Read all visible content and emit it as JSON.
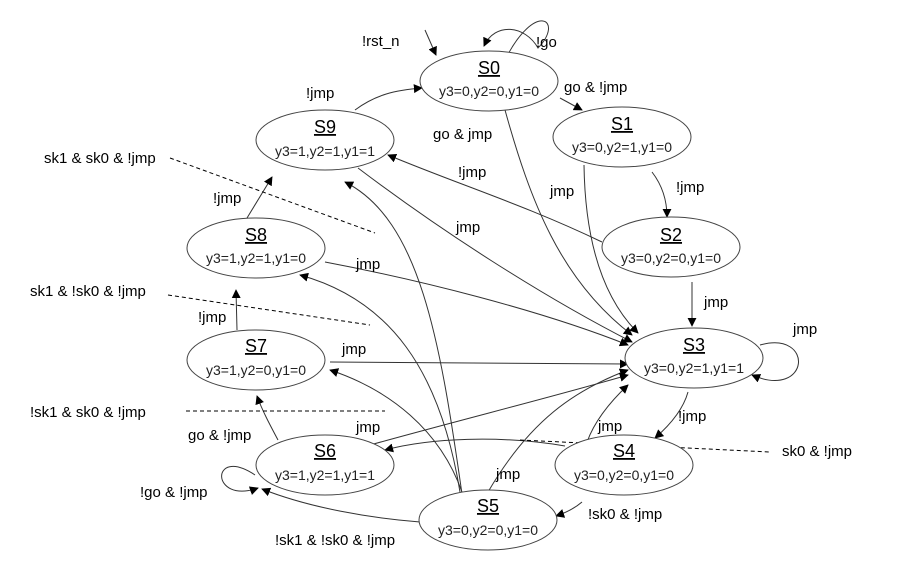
{
  "states": [
    {
      "id": "S0",
      "name": "S0",
      "output": "y3=0,y2=0,y1=0"
    },
    {
      "id": "S1",
      "name": "S1",
      "output": "y3=0,y2=1,y1=0"
    },
    {
      "id": "S2",
      "name": "S2",
      "output": "y3=0,y2=0,y1=0"
    },
    {
      "id": "S3",
      "name": "S3",
      "output": "y3=0,y2=1,y1=1"
    },
    {
      "id": "S4",
      "name": "S4",
      "output": "y3=0,y2=0,y1=0"
    },
    {
      "id": "S5",
      "name": "S5",
      "output": "y3=0,y2=0,y1=0"
    },
    {
      "id": "S6",
      "name": "S6",
      "output": "y3=1,y2=1,y1=1"
    },
    {
      "id": "S7",
      "name": "S7",
      "output": "y3=1,y2=0,y1=0"
    },
    {
      "id": "S8",
      "name": "S8",
      "output": "y3=1,y2=1,y1=0"
    },
    {
      "id": "S9",
      "name": "S9",
      "output": "y3=1,y2=1,y1=1"
    }
  ],
  "transitions": [
    {
      "id": "reset",
      "from": "",
      "to": "S0",
      "label": "!rst_n"
    },
    {
      "id": "s0-self",
      "from": "S0",
      "to": "S0",
      "label": "!go"
    },
    {
      "id": "s0-s1",
      "from": "S0",
      "to": "S1",
      "label": "go & !jmp"
    },
    {
      "id": "s0-s3",
      "from": "S0",
      "to": "S3",
      "label": "go & jmp"
    },
    {
      "id": "s1-s2",
      "from": "S1",
      "to": "S2",
      "label": "!jmp"
    },
    {
      "id": "s1-s3",
      "from": "S1",
      "to": "S3",
      "label": "jmp"
    },
    {
      "id": "s2-s9",
      "from": "S2",
      "to": "S9",
      "label": "!jmp"
    },
    {
      "id": "s2-s3",
      "from": "S2",
      "to": "S3",
      "label": "jmp"
    },
    {
      "id": "s3-self",
      "from": "S3",
      "to": "S3",
      "label": "jmp"
    },
    {
      "id": "s3-s4",
      "from": "S3",
      "to": "S4",
      "label": "!jmp"
    },
    {
      "id": "s4-s3",
      "from": "S4",
      "to": "S3",
      "label": "jmp"
    },
    {
      "id": "s4-s6",
      "from": "S4",
      "to": "S6",
      "label": "sk0 & !jmp"
    },
    {
      "id": "s4-s5",
      "from": "S4",
      "to": "S5",
      "label": "!sk0 & !jmp"
    },
    {
      "id": "s5-s3",
      "from": "S5",
      "to": "S3",
      "label": "jmp"
    },
    {
      "id": "s5-s6",
      "from": "S5",
      "to": "S6",
      "label": "!sk1 & !sk0 & !jmp"
    },
    {
      "id": "s5-s7",
      "from": "S5",
      "to": "S7",
      "label": "!sk1 & sk0 & !jmp"
    },
    {
      "id": "s5-s8",
      "from": "S5",
      "to": "S8",
      "label": "sk1 & !sk0 & !jmp"
    },
    {
      "id": "s5-s9",
      "from": "S5",
      "to": "S9",
      "label": "sk1 & sk0 & !jmp"
    },
    {
      "id": "s6-self",
      "from": "S6",
      "to": "S6",
      "label": "!go & !jmp"
    },
    {
      "id": "s6-s7",
      "from": "S6",
      "to": "S7",
      "label": "go & !jmp"
    },
    {
      "id": "s6-s3",
      "from": "S6",
      "to": "S3",
      "label": "jmp"
    },
    {
      "id": "s7-s8",
      "from": "S7",
      "to": "S8",
      "label": "!jmp"
    },
    {
      "id": "s7-s3",
      "from": "S7",
      "to": "S3",
      "label": "jmp"
    },
    {
      "id": "s8-s9",
      "from": "S8",
      "to": "S9",
      "label": "!jmp"
    },
    {
      "id": "s8-s3",
      "from": "S8",
      "to": "S3",
      "label": "jmp"
    },
    {
      "id": "s9-s0",
      "from": "S9",
      "to": "S0",
      "label": "!jmp"
    },
    {
      "id": "s9-s3",
      "from": "S9",
      "to": "S3",
      "label": "jmp"
    }
  ]
}
